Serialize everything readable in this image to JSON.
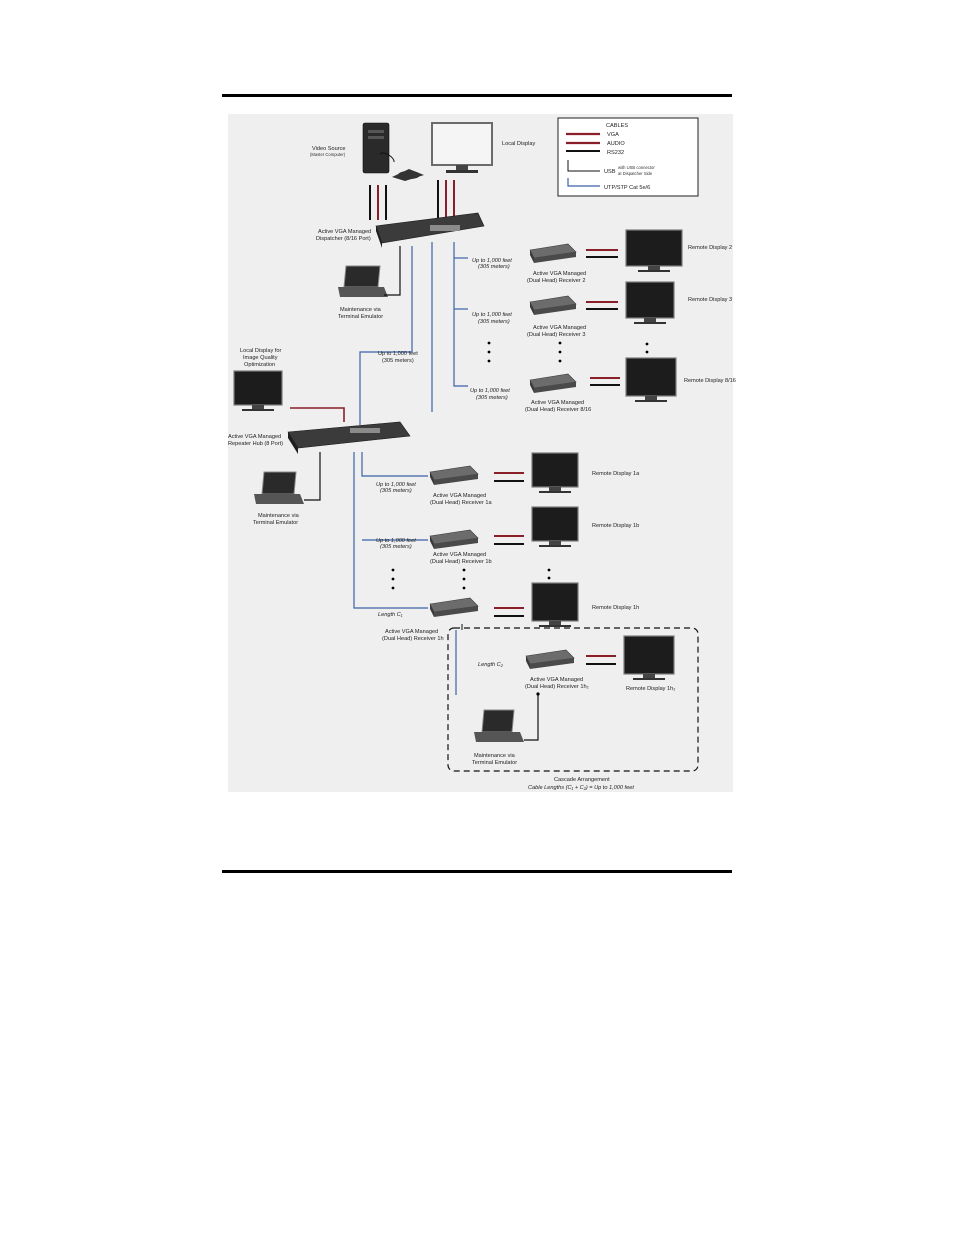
{
  "legend": {
    "title": "CABLES",
    "vga": "VGA",
    "audio": "AUDIO",
    "rs232": "RS232",
    "usb": "USB",
    "usb_note_1": "with USB connector",
    "usb_note_2": "at Dispatcher Side",
    "utp": "UTP/STP Cat 5e/6"
  },
  "top": {
    "video_source": "Video Source",
    "video_source_sub": "(Master Computer)",
    "local_display": "Local Display",
    "dispatcher_1": "Active VGA Managed",
    "dispatcher_2": "Dispatcher (8/16 Port)",
    "maint_1": "Maintenance via",
    "maint_2": "Terminal Emulator"
  },
  "remote_top": [
    {
      "len1": "Up to 1,000 feet",
      "len2": "(305 meters)",
      "rx1": "Active VGA Managed",
      "rx2": "(Dual Head) Receiver 2",
      "display": "Remote Display 2"
    },
    {
      "len1": "Up to 1,000 feet",
      "len2": "(305 meters)",
      "rx1": "Active VGA Managed",
      "rx2": "(Dual Head) Receiver 3",
      "display": "Remote Display 3"
    },
    {
      "len1": "Up to 1,000 feet",
      "len2": "(305 meters)",
      "rx1": "Active VGA Managed",
      "rx2": "(Dual Head) Receiver 8/16",
      "display": "Remote Display 8/16"
    }
  ],
  "mid": {
    "len1": "Up to 1,000 feet",
    "len2": "(305 meters)",
    "local_1": "Local Display for",
    "local_2": "Image Quality",
    "local_3": "Optimization",
    "hub_1": "Active VGA Managed",
    "hub_2": "Repeater Hub (8 Port)",
    "maint_1": "Maintenance via",
    "maint_2": "Terminal Emulator"
  },
  "remote_bottom": [
    {
      "len1": "Up to 1,000 feet",
      "len2": "(305 meters)",
      "rx1": "Active VGA Managed",
      "rx2": "(Dual Head) Receiver 1a",
      "display": "Remote Display 1a"
    },
    {
      "len1": "Up to 1,000 feet",
      "len2": "(305 meters)",
      "rx1": "Active VGA Managed",
      "rx2": "(Dual Head) Receiver 1b",
      "display": "Remote Display 1b"
    },
    {
      "len1": "Length C₁",
      "len2": "",
      "rx1": "Active VGA Managed",
      "rx2": "(Dual Head) Receiver 1h",
      "display": "Remote Display 1h"
    }
  ],
  "cascade": {
    "len": "Length C₂",
    "rx1": "Active VGA Managed",
    "rx2": "(Dual Head) Receiver 1h₂",
    "display": "Remote Display 1h₂",
    "maint_1": "Maintenance via",
    "maint_2": "Terminal Emulator",
    "caption_1": "Cascade Arrangement",
    "caption_2": "Cable Lengths (C₁ + C₂) = Up to 1,000 feet"
  },
  "colors": {
    "vga": "#8a1f2a",
    "utp": "#3a62a8",
    "rs232": "#111111",
    "bg": "#efefef"
  }
}
